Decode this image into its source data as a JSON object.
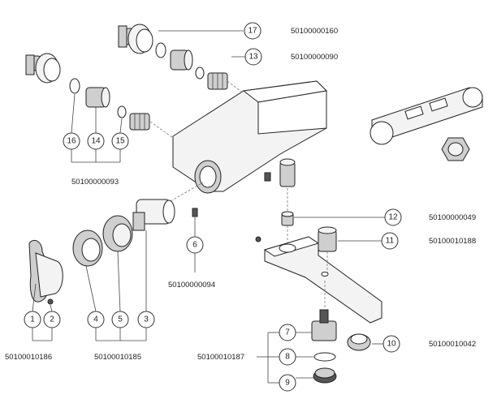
{
  "callouts": [
    {
      "num": "1"
    },
    {
      "num": "2"
    },
    {
      "num": "3"
    },
    {
      "num": "4"
    },
    {
      "num": "5"
    },
    {
      "num": "6"
    },
    {
      "num": "7"
    },
    {
      "num": "8"
    },
    {
      "num": "9"
    },
    {
      "num": "10"
    },
    {
      "num": "11"
    },
    {
      "num": "12"
    },
    {
      "num": "13"
    },
    {
      "num": "14"
    },
    {
      "num": "15"
    },
    {
      "num": "16"
    },
    {
      "num": "17"
    }
  ],
  "part_numbers": {
    "p17": "50100000160",
    "p13": "50100000090",
    "p12": "50100000049",
    "p11": "50100010188",
    "p10": "50100010042",
    "p6": "50100000094",
    "g14_16": "50100000093",
    "g1_2": "50100010186",
    "g3_5": "50100010185",
    "g7_9": "50100010187"
  }
}
